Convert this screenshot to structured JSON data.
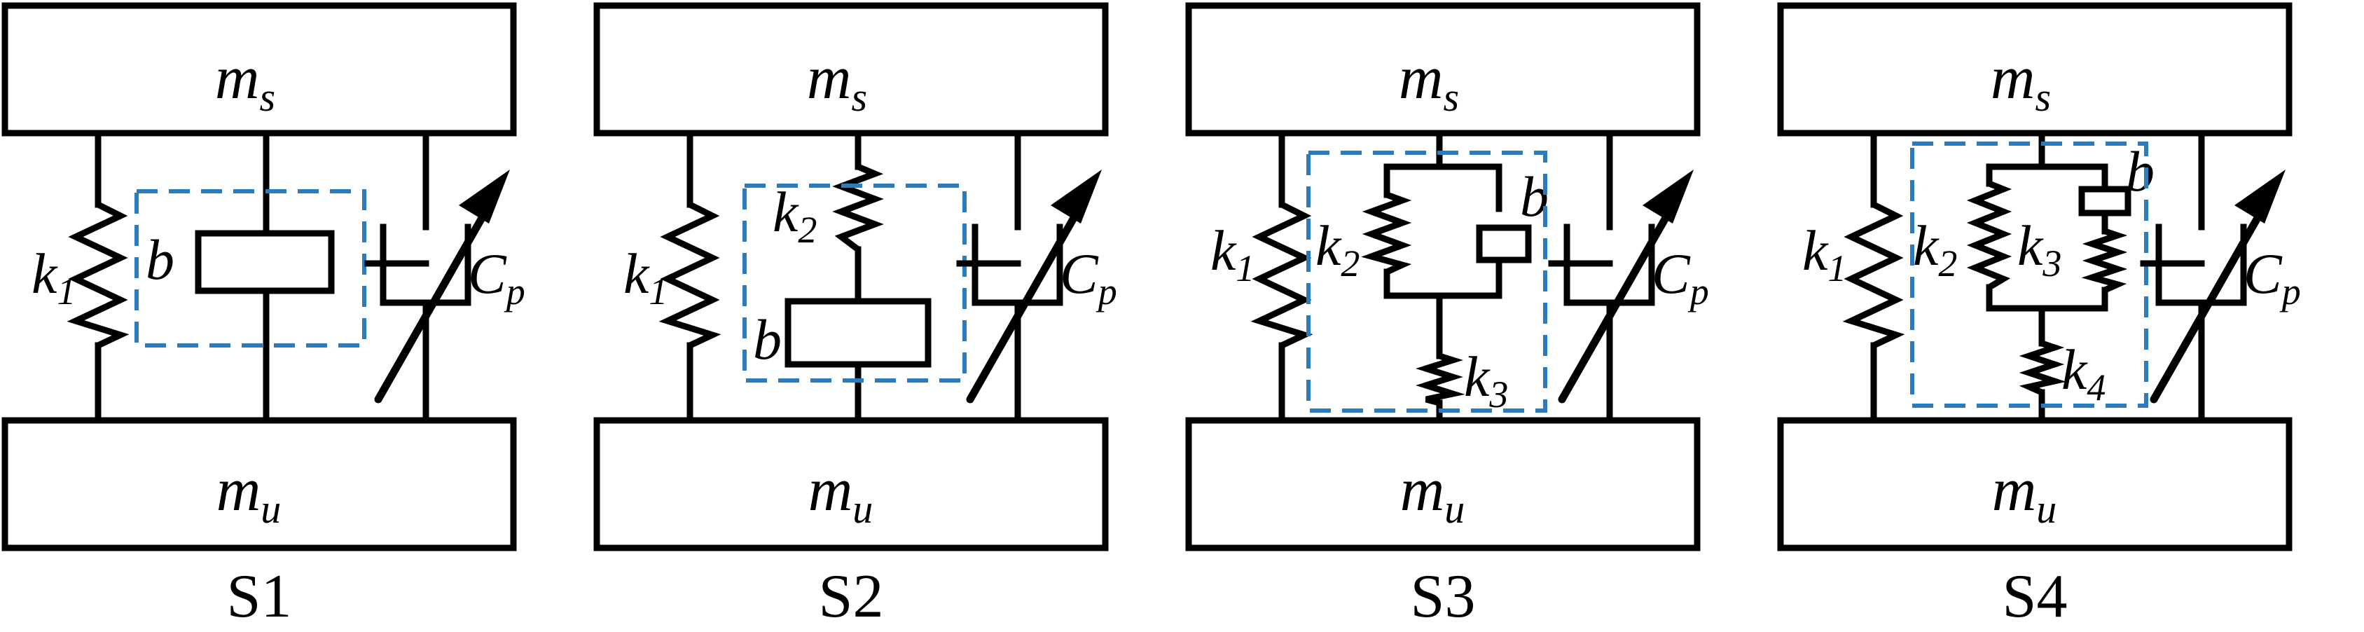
{
  "figure": {
    "panels": [
      {
        "id": "S1",
        "caption": "S1",
        "sprung_mass": {
          "base": "m",
          "sub": "s"
        },
        "unsprung_mass": {
          "base": "m",
          "sub": "u"
        },
        "labels": [
          {
            "base": "k",
            "sub": "1"
          },
          {
            "base": "b",
            "sub": ""
          },
          {
            "base": "C",
            "sub": "p"
          }
        ]
      },
      {
        "id": "S2",
        "caption": "S2",
        "sprung_mass": {
          "base": "m",
          "sub": "s"
        },
        "unsprung_mass": {
          "base": "m",
          "sub": "u"
        },
        "labels": [
          {
            "base": "k",
            "sub": "1"
          },
          {
            "base": "k",
            "sub": "2"
          },
          {
            "base": "b",
            "sub": ""
          },
          {
            "base": "C",
            "sub": "p"
          }
        ]
      },
      {
        "id": "S3",
        "caption": "S3",
        "sprung_mass": {
          "base": "m",
          "sub": "s"
        },
        "unsprung_mass": {
          "base": "m",
          "sub": "u"
        },
        "labels": [
          {
            "base": "k",
            "sub": "1"
          },
          {
            "base": "k",
            "sub": "2"
          },
          {
            "base": "b",
            "sub": ""
          },
          {
            "base": "k",
            "sub": "3"
          },
          {
            "base": "C",
            "sub": "p"
          }
        ]
      },
      {
        "id": "S4",
        "caption": "S4",
        "sprung_mass": {
          "base": "m",
          "sub": "s"
        },
        "unsprung_mass": {
          "base": "m",
          "sub": "u"
        },
        "labels": [
          {
            "base": "k",
            "sub": "1"
          },
          {
            "base": "k",
            "sub": "2"
          },
          {
            "base": "k",
            "sub": "3"
          },
          {
            "base": "b",
            "sub": ""
          },
          {
            "base": "k",
            "sub": "4"
          },
          {
            "base": "C",
            "sub": "p"
          }
        ]
      }
    ],
    "colors": {
      "line": "#000000",
      "inerter_network_outline": "#2b7bbf",
      "background": "#ffffff"
    }
  }
}
